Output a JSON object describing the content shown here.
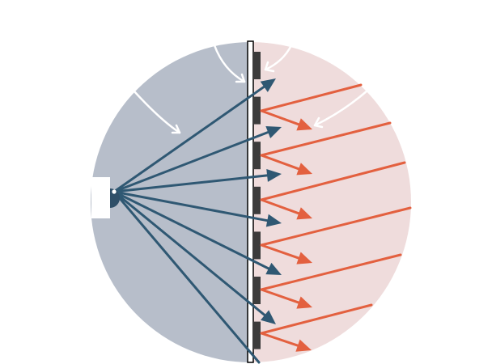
{
  "colors": {
    "background": "#ffffff",
    "left_half": "#b7beca",
    "right_half": "#efdcdc",
    "outgoing_ray": "#2f5873",
    "reflected_ray": "#e3603f",
    "mirror_segment": "#3c3c3c",
    "mirror_frame": "#000000",
    "curved_arrow": "#ffffff",
    "source": "#2f4f68",
    "source_mount": "#ffffff"
  },
  "diagram": {
    "outgoing_ray_count": 7,
    "reflected_ray_count": 6,
    "mirror_segment_count": 7,
    "curved_arrow_count": 4
  }
}
